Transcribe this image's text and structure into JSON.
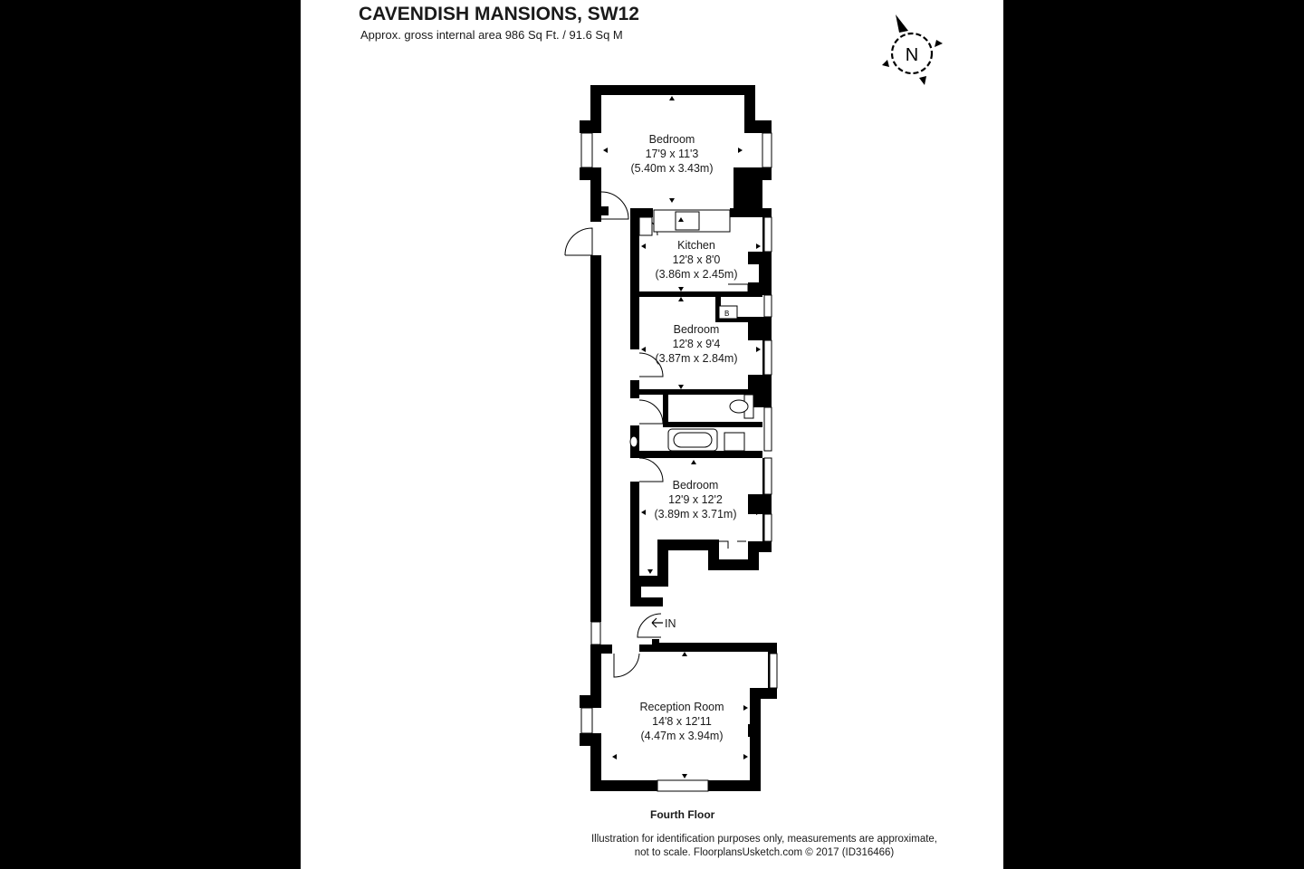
{
  "header": {
    "title": "CAVENDISH MANSIONS, SW12",
    "subtitle": "Approx. gross internal area 986 Sq Ft. / 91.6 Sq M"
  },
  "compass": {
    "letter": "N",
    "icon": "compass-icon"
  },
  "rooms": [
    {
      "name": "Bedroom",
      "imperial": "17'9 x 11'3",
      "metric": "(5.40m x 3.43m)"
    },
    {
      "name": "Kitchen",
      "imperial": "12'8 x 8'0",
      "metric": "(3.86m x 2.45m)"
    },
    {
      "name": "Bedroom",
      "imperial": "12'8 x 9'4",
      "metric": "(3.87m x 2.84m)"
    },
    {
      "name": "Bedroom",
      "imperial": "12'9 x 12'2",
      "metric": "(3.89m x 3.71m)"
    },
    {
      "name": "Reception Room",
      "imperial": "14'8 x 12'11",
      "metric": "(4.47m x 3.94m)"
    }
  ],
  "markers": {
    "entrance": "IN",
    "boiler": "B"
  },
  "floor_label": "Fourth Floor",
  "footer": {
    "line1": "Illustration for identification purposes only, measurements are approximate,",
    "line2": "not to scale. FloorplansUsketch.com © 2017 (ID316466)"
  },
  "colors": {
    "wall": "#000000",
    "sheet": "#ffffff",
    "background": "#000000"
  }
}
